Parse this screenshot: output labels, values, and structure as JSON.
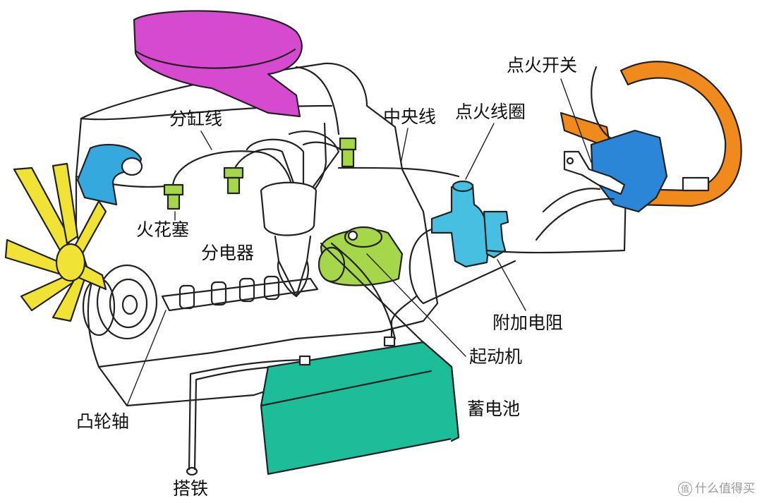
{
  "labels": {
    "ignition_switch": "点火开关",
    "center_wire": "中央线",
    "ignition_coil": "点火线圈",
    "cylinder_wires": "分缸线",
    "spark_plug": "火花塞",
    "distributor": "分电器",
    "ballast_resistor": "附加电阻",
    "starter": "起动机",
    "camshaft": "凸轮轴",
    "battery": "蓄电池",
    "ground": "搭铁"
  },
  "watermark": {
    "badge": "值",
    "text": "什么值得买"
  },
  "colors": {
    "air_filter": "#d64ad0",
    "engine_parts_blue": "#35a9de",
    "ignition_coil": "#46bfe0",
    "spark_plugs": "#a6d64a",
    "fan": "#f1e335",
    "steering_wheel": "#f08a1c",
    "steering_column": "#2b86d8",
    "battery": "#1dbd9a",
    "outline": "#222222"
  }
}
